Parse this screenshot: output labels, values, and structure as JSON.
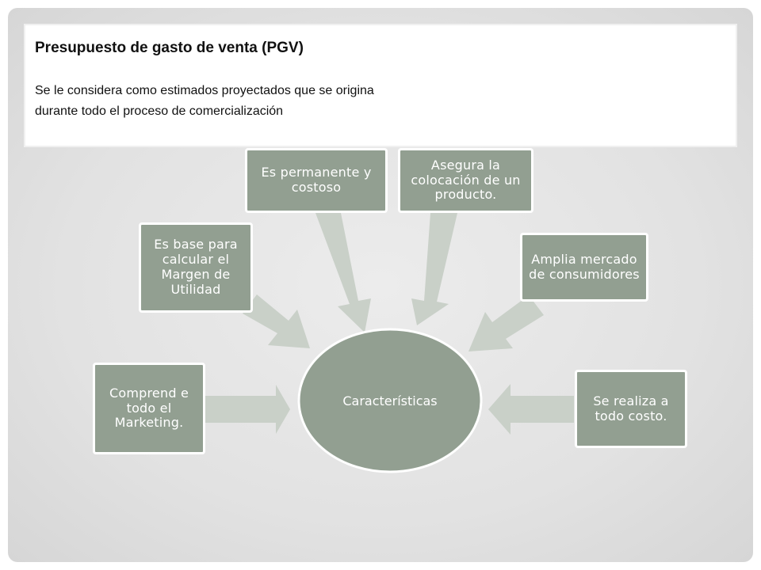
{
  "header": {
    "title": "Presupuesto de gasto de venta (PGV)",
    "description_line1": "Se le considera como estimados proyectados que se origina",
    "description_line2": "durante todo el proceso de comercialización"
  },
  "diagram": {
    "center_label": "Características",
    "nodes": [
      {
        "id": "marketing",
        "label": "Comprend e todo el Marketing."
      },
      {
        "id": "margen",
        "label": "Es base para calcular el Margen de Utilidad"
      },
      {
        "id": "permanente",
        "label": "Es permanente y costoso"
      },
      {
        "id": "colocacion",
        "label": "Asegura la colocación de un producto."
      },
      {
        "id": "mercado",
        "label": "Amplia mercado de consumidores"
      },
      {
        "id": "costo",
        "label": "Se realiza a todo costo."
      }
    ]
  },
  "colors": {
    "node_fill": "#929f91",
    "arrow_fill": "#c9d0c8",
    "node_text": "#ffffff",
    "header_text": "#111111"
  }
}
